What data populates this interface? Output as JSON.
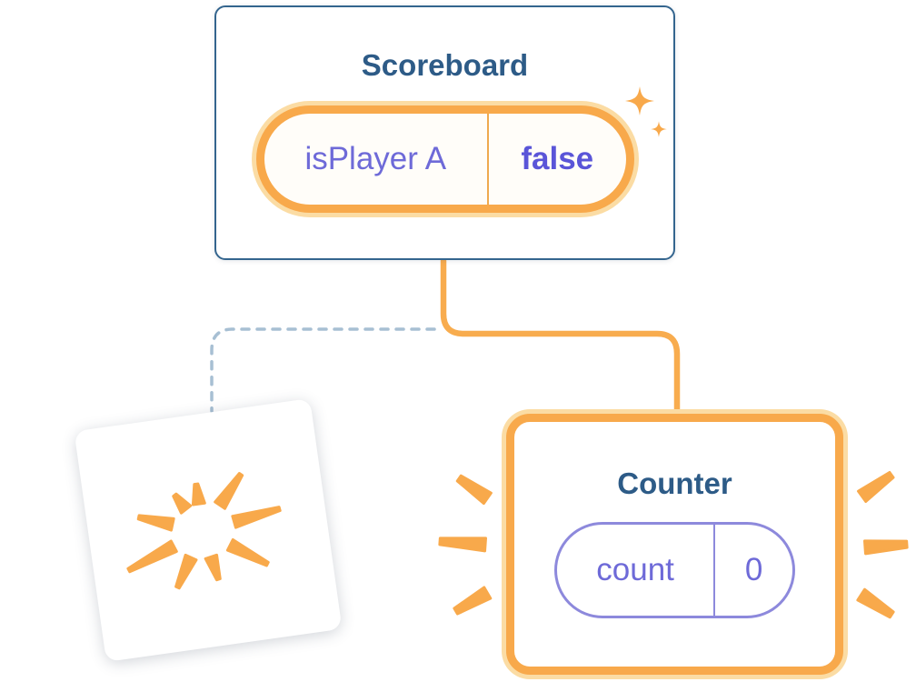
{
  "scoreboard": {
    "title": "Scoreboard",
    "state": {
      "key": "isPlayer A",
      "value": "false"
    }
  },
  "counter": {
    "title": "Counter",
    "state": {
      "key": "count",
      "value": "0"
    }
  },
  "icons": {
    "sparkle": "sparkle-icon",
    "burst": "explosion-burst-icon",
    "emphasis": "emphasis-dash-icon"
  },
  "colors": {
    "orange": "#F8A94B",
    "orange_light": "#FBDCA4",
    "purple_key": "#6E6AD8",
    "purple_value": "#5A55D8",
    "title_navy": "#2D5B87",
    "card_border": "#34658E",
    "solid_connector": "#F8AC4E",
    "dashed_connector": "#A7BFD3"
  }
}
